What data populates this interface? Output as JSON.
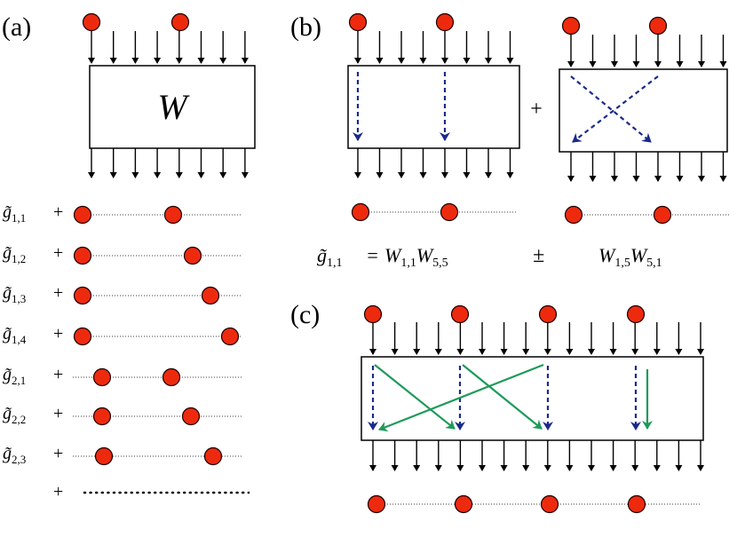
{
  "panels": {
    "a": {
      "label": "(a)",
      "matrix_symbol": "W"
    },
    "b": {
      "label": "(b)",
      "plus": "+",
      "equation": {
        "lhs": "g̃",
        "lhs_sub": "1,1",
        "eq": "=",
        "term1": "W",
        "term1_sub1": "1,1",
        "term1_b": "W",
        "term1_sub2": "5,5",
        "pm": "±",
        "term2": "W",
        "term2_sub1": "1,5",
        "term2_b": "W",
        "term2_sub2": "5,1"
      }
    },
    "c": {
      "label": "(c)"
    }
  },
  "expansion": [
    {
      "sym": "g̃",
      "sub": "1,1",
      "op": "+"
    },
    {
      "sym": "g̃",
      "sub": "1,2",
      "op": "+"
    },
    {
      "sym": "g̃",
      "sub": "1,3",
      "op": "+"
    },
    {
      "sym": "g̃",
      "sub": "1,4",
      "op": "+"
    },
    {
      "sym": "g̃",
      "sub": "2,1",
      "op": "+"
    },
    {
      "sym": "g̃",
      "sub": "2,2",
      "op": "+"
    },
    {
      "sym": "g̃",
      "sub": "2,3",
      "op": "+"
    }
  ],
  "last_op": "+",
  "colors": {
    "particle": "#ee2a0e",
    "particle_stroke": "#1a0000",
    "blue_arrow": "#1a2a8a",
    "green_arrow": "#1e9a5a",
    "line": "#000000"
  }
}
